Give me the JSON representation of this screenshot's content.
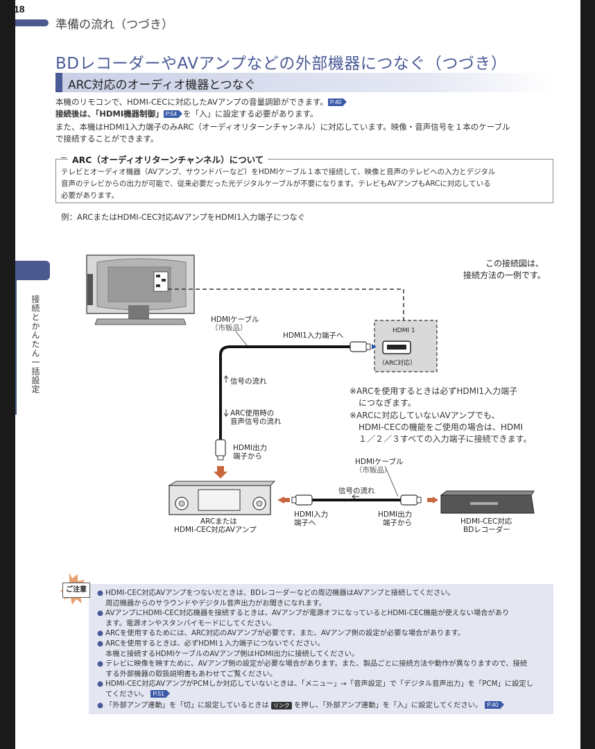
{
  "page_number": "18",
  "header": "準備の流れ（つづき）",
  "title": "BDレコーダーやAVアンプなどの外部機器につなぐ（つづき）",
  "subtitle": "ARC対応のオーディオ機器とつなぐ",
  "intro": {
    "line1_pre": "本機のリモコンで、HDMI-CECに対応したAVアンプの音量調節ができます。",
    "line1_ref": "P.40",
    "line2_pre": "接続後は、「HDMI機器制御」",
    "line2_ref": "P.54",
    "line2_post": "を「入」に設定する必要があります。",
    "line3": "また、本機はHDMI1入力端子のみARC（オーディオリターンチャンネル）に対応しています。映像・音声信号を１本のケーブル",
    "line4": "で接続することができます。"
  },
  "arc_box": {
    "label": "ARC（オーディオリターンチャンネル）について",
    "line1": "テレビとオーディオ機器（AVアンプ、サウンドバーなど）をHDMIケーブル１本で接続して、映像と音声のテレビへの入力とデジタル",
    "line2": "音声のテレビからの出力が可能で、従来必要だった光デジタルケーブルが不要になります。テレビもAVアンプもARCに対応している",
    "line3": "必要があります。"
  },
  "example": "例：ARCまたはHDMI-CEC対応AVアンプをHDMI1入力端子につなぐ",
  "side_tab": "接続とかんたん一括設定",
  "diagram": {
    "note_top_1": "この接続図は、",
    "note_top_2": "接続方法の一例です。",
    "cable1_label": "HDMIケーブル",
    "cable1_sub": "（市販品）",
    "hdmi1_in": "HDMI1入力端子へ",
    "port_label": "HDMI 1",
    "port_arc": "（ARC対応）",
    "signal_flow": "信号の流れ",
    "arc_flow_1": "ARC使用時の",
    "arc_flow_2": "音声信号の流れ",
    "hdmi_out_1": "HDMI出力",
    "hdmi_out_2": "端子から",
    "note1_1": "※ARCを使用するときは必ずHDMI1入力端子",
    "note1_2": "につなぎます。",
    "note2_1": "※ARCに対応していないAVアンプでも、",
    "note2_2": "HDMI-CECの機能をご使用の場合は、HDMI",
    "note2_3": "１／２／３すべての入力端子に接続できます。",
    "cable2_label": "HDMIケーブル",
    "cable2_sub": "（市販品）",
    "signal_flow_2": "信号の流れ",
    "amp_1": "ARCまたは",
    "amp_2": "HDMI-CEC対応AVアンプ",
    "amp_in_1": "HDMI入力",
    "amp_in_2": "端子へ",
    "bd_out_1": "HDMI出力",
    "bd_out_2": "端子から",
    "bd_1": "HDMI-CEC対応",
    "bd_2": "BDレコーダー"
  },
  "caution": {
    "badge": "ご注意",
    "items": [
      {
        "l1": "HDMI-CEC対応AVアンプをつないだときは、BDレコーダーなどの周辺機器はAVアンプと接続してください。",
        "l2": "周辺機器からのサラウンドやデジタル音声出力がお聞きになれます。"
      },
      {
        "l1": "AVアンプにHDMI-CEC対応機器を接続するときは、AVアンプが電源オフになっているとHDMI-CEC機能が使えない場合があり",
        "l2": "ます。電源オンやスタンバイモードにしてください。"
      },
      {
        "l1": "ARCを使用するためには、ARC対応のAVアンプが必要です。また、AVアンプ側の設定が必要な場合があります。",
        "l2": ""
      },
      {
        "l1": "ARCを使用するときは、必ずHDMI１入力端子につないでください。",
        "l2": "本機と接続するHDMIケーブルのAVアンプ側はHDMI出力に接続してください。"
      },
      {
        "l1": "テレビに映像を映すために、AVアンプ側の設定が必要な場合があります。また、製品ごとに接続方法や動作が異なりますので、接続",
        "l2": "する外部機器の取扱説明書もあわせてご覧ください。"
      },
      {
        "l1": "HDMI-CEC対応AVアンプがPCMしか対応していないときは、「メニュー」→「音声設定」で「デジタル音声出力」を「PCM」に設定し",
        "l2": "てください。"
      }
    ],
    "item6_ref": "P.51",
    "item7_pre": "「外部アンプ連動」を「切」に設定しているときは",
    "item7_key": "リンク",
    "item7_post": "を押し、「外部アンプ連動」を「入」に設定してください。",
    "item7_ref": "P.40"
  },
  "colors": {
    "accent": "#4a5a96",
    "ref": "#3a5aa8",
    "arrow": "#c8673e",
    "caution_bg": "#e4e7f2"
  }
}
